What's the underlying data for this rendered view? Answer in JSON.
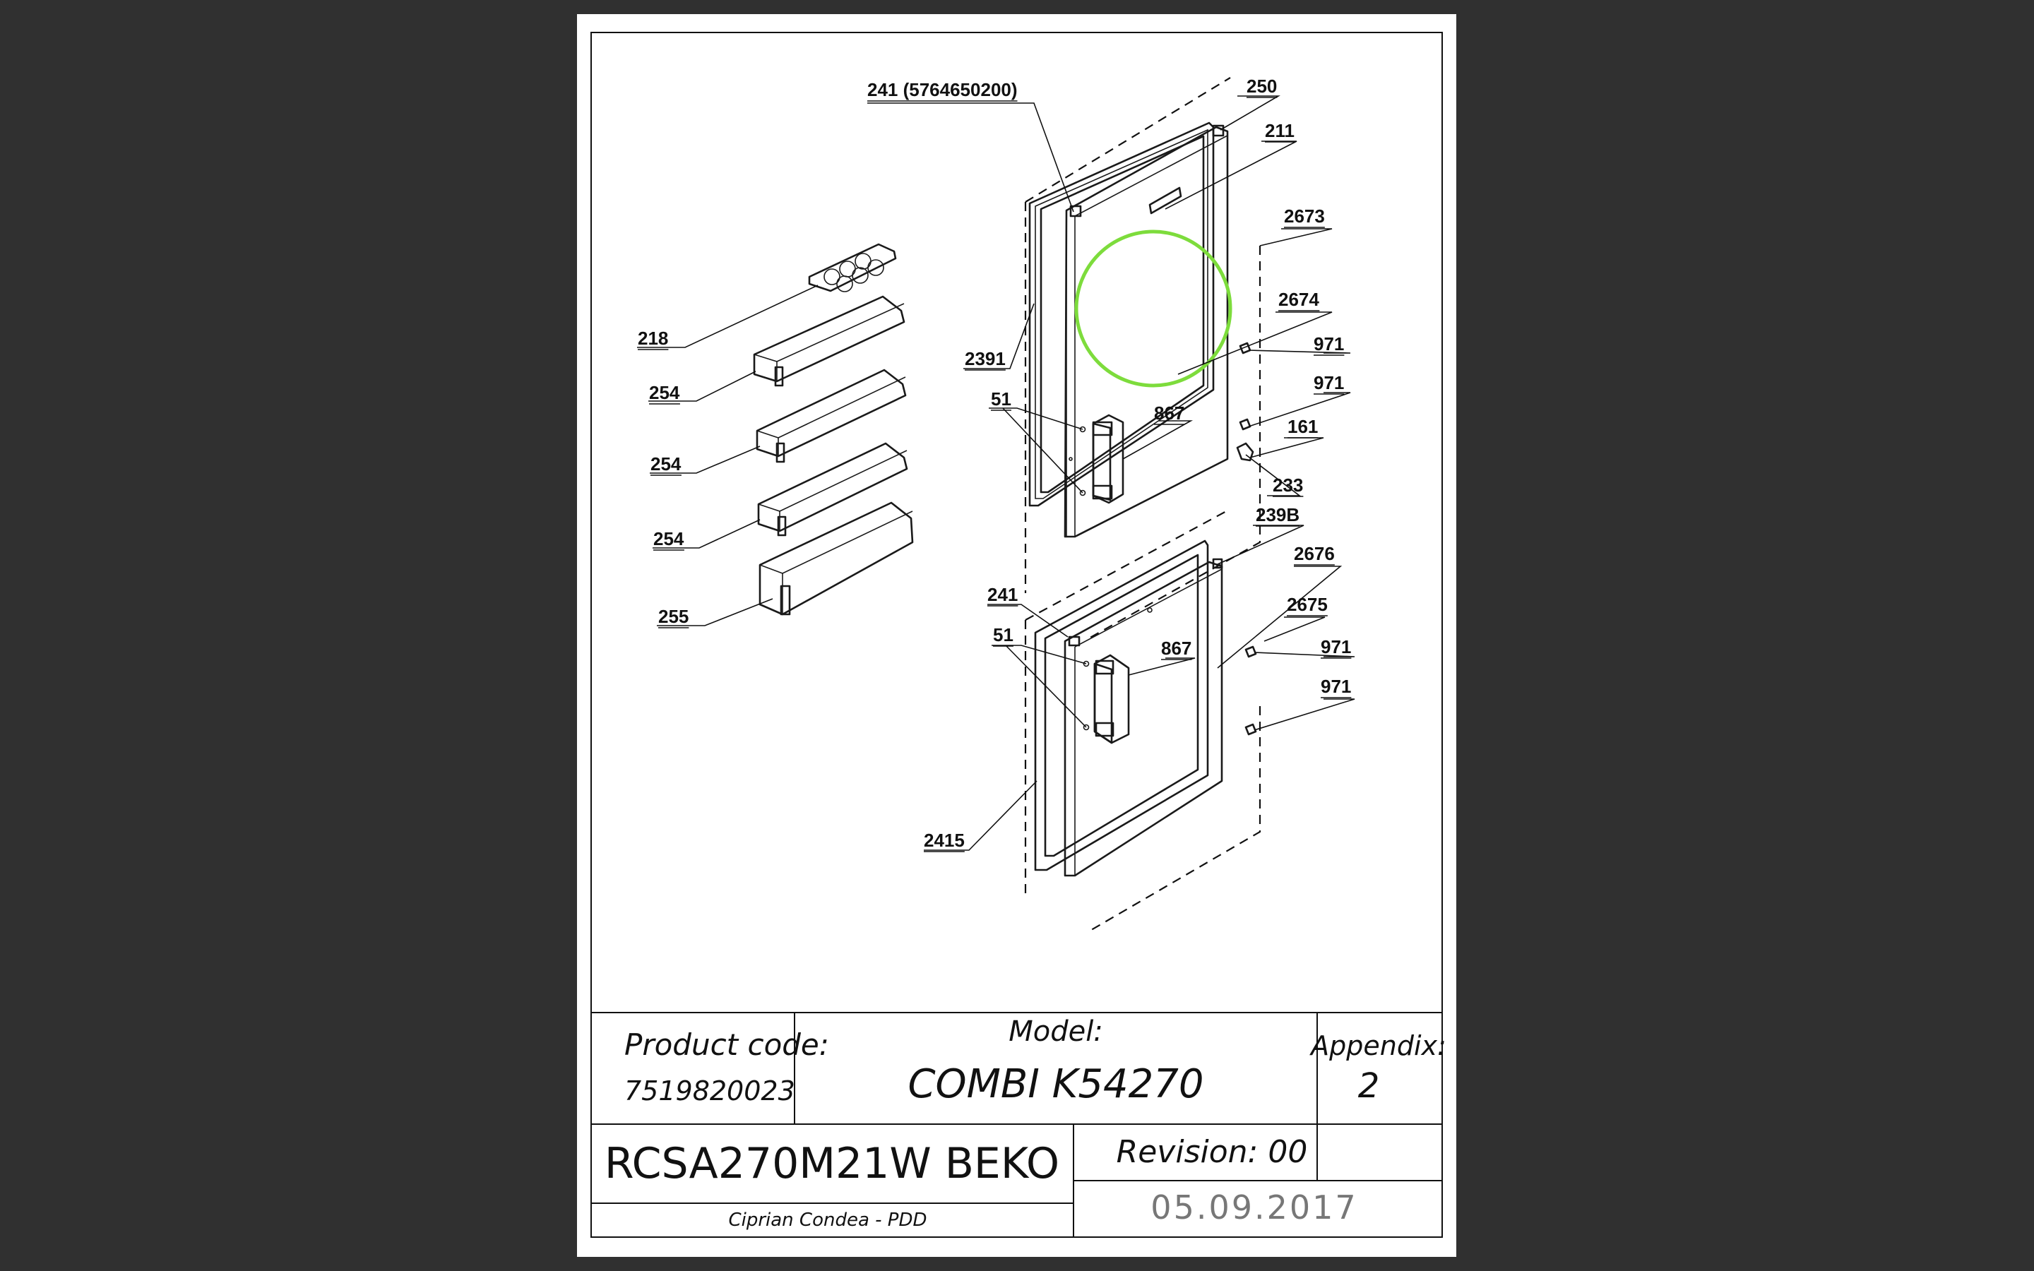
{
  "callouts": {
    "c241_top": "241 (5764650200)",
    "c250": "250",
    "c211": "211",
    "c2673": "2673",
    "c2674": "2674",
    "c971_a": "971",
    "c971_b": "971",
    "c161": "161",
    "c233": "233",
    "c867_top": "867",
    "c51_top": "51",
    "c2391": "2391",
    "c218": "218",
    "c254_a": "254",
    "c254_b": "254",
    "c254_c": "254",
    "c255": "255",
    "c239B": "239B",
    "c2676": "2676",
    "c2675": "2675",
    "c971_c": "971",
    "c971_d": "971",
    "c241_bot": "241",
    "c51_bot": "51",
    "c867_bot": "867",
    "c2415": "2415"
  },
  "title_block": {
    "product_code_label": "Product code:",
    "product_code": "7519820023",
    "model_label": "Model:",
    "model": "COMBI K54270",
    "appendix_label": "Appendix:",
    "appendix": "2",
    "designation": "RCSA270M21W BEKO",
    "revision": "Revision: 00",
    "author": "Ciprian Condea - PDD",
    "date": "05.09.2017"
  },
  "colors": {
    "background": "#303030",
    "sheet": "#ffffff",
    "ink": "#111111",
    "highlight": "#7ddc3c"
  }
}
